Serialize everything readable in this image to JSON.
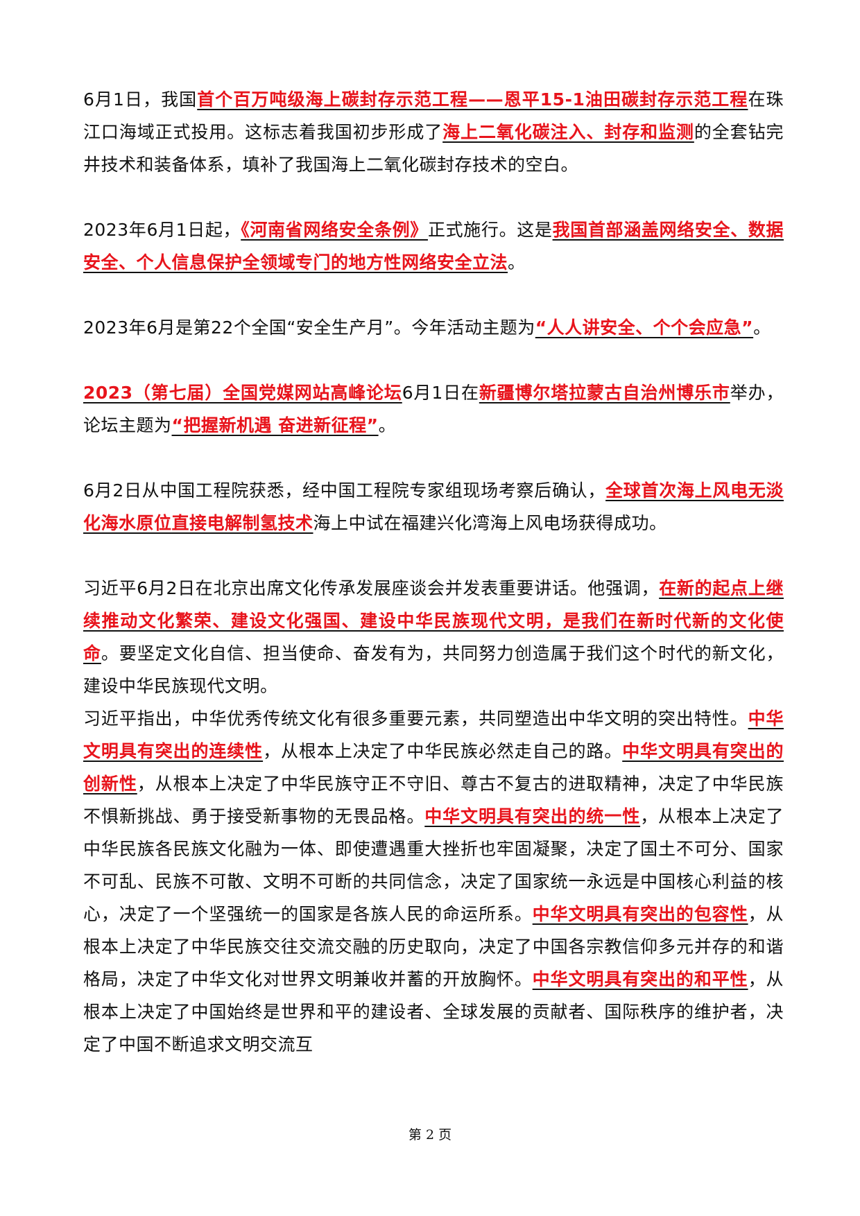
{
  "highlight_color": "#e8141c",
  "paragraphs": [
    {
      "segments": [
        {
          "text": "6月1日，我国",
          "hl": false
        },
        {
          "text": "首个百万吨级海上碳封存示范工程——恩平15-1油田碳封存示范工程",
          "hl": true
        },
        {
          "text": "在珠江口海域正式投用。这标志着我国初步形成了",
          "hl": false
        },
        {
          "text": "海上二氧化碳注入、封存和监测",
          "hl": true
        },
        {
          "text": "的全套钻完井技术和装备体系，填补了我国海上二氧化碳封存技术的空白。",
          "hl": false
        }
      ]
    },
    {
      "segments": [
        {
          "text": "2023年6月1日起，",
          "hl": false
        },
        {
          "text": "《河南省网络安全条例》",
          "hl": true
        },
        {
          "text": "正式施行。这是",
          "hl": false
        },
        {
          "text": "我国首部涵盖网络安全、数据安全、个人信息保护全领域专门的地方性网络安全立法",
          "hl": true
        },
        {
          "text": "。",
          "hl": false
        }
      ]
    },
    {
      "segments": [
        {
          "text": "2023年6月是第22个全国“安全生产月”。今年活动主题为",
          "hl": false
        },
        {
          "text": "“人人讲安全、个个会应急”",
          "hl": true
        },
        {
          "text": "。",
          "hl": false
        }
      ]
    },
    {
      "segments": [
        {
          "text": "2023（第七届）全国党媒网站高峰论坛",
          "hl": true
        },
        {
          "text": "6月1日在",
          "hl": false
        },
        {
          "text": "新疆博尔塔拉蒙古自治州博乐市",
          "hl": true
        },
        {
          "text": "举办，论坛主题为",
          "hl": false
        },
        {
          "text": "“把握新机遇 奋进新征程”",
          "hl": true
        },
        {
          "text": "。",
          "hl": false
        }
      ]
    },
    {
      "segments": [
        {
          "text": "6月2日从中国工程院获悉，经中国工程院专家组现场考察后确认，",
          "hl": false
        },
        {
          "text": "全球首次海上风电无淡化海水原位直接电解制氢技术",
          "hl": true
        },
        {
          "text": "海上中试在福建兴化湾海上风电场获得成功。",
          "hl": false
        }
      ]
    },
    {
      "segments": [
        {
          "text": "习近平6月2日在北京出席文化传承发展座谈会并发表重要讲话。他强调，",
          "hl": false
        },
        {
          "text": "在新的起点上继续推动文化繁荣、建设文化强国、建设中华民族现代文明，是我们在新时代新的文化使命",
          "hl": true
        },
        {
          "text": "。要坚定文化自信、担当使命、奋发有为，共同努力创造属于我们这个时代的新文化，建设中华民族现代文明。",
          "hl": false
        }
      ]
    },
    {
      "segments": [
        {
          "text": "习近平指出，中华优秀传统文化有很多重要元素，共同塑造出中华文明的突出特性。",
          "hl": false
        },
        {
          "text": "中华文明具有突出的连续性",
          "hl": true
        },
        {
          "text": "，从根本上决定了中华民族必然走自己的路。",
          "hl": false
        },
        {
          "text": "中华文明具有突出的创新性",
          "hl": true
        },
        {
          "text": "，从根本上决定了中华民族守正不守旧、尊古不复古的进取精神，决定了中华民族不惧新挑战、勇于接受新事物的无畏品格。",
          "hl": false
        },
        {
          "text": "中华文明具有突出的统一性",
          "hl": true
        },
        {
          "text": "，从根本上决定了中华民族各民族文化融为一体、即使遭遇重大挫折也牢固凝聚，决定了国土不可分、国家不可乱、民族不可散、文明不可断的共同信念，决定了国家统一永远是中国核心利益的核心，决定了一个坚强统一的国家是各族人民的命运所系。",
          "hl": false
        },
        {
          "text": "中华文明具有突出的包容性",
          "hl": true
        },
        {
          "text": "，从根本上决定了中华民族交往交流交融的历史取向，决定了中国各宗教信仰多元并存的和谐格局，决定了中华文化对世界文明兼收并蓄的开放胸怀。",
          "hl": false
        },
        {
          "text": "中华文明具有突出的和平性",
          "hl": true
        },
        {
          "text": "，从根本上决定了中国始终是世界和平的建设者、全球发展的贡献者、国际秩序的维护者，决定了中国不断追求文明交流互",
          "hl": false
        }
      ]
    }
  ],
  "footer": {
    "page_label": "第 2 页"
  }
}
